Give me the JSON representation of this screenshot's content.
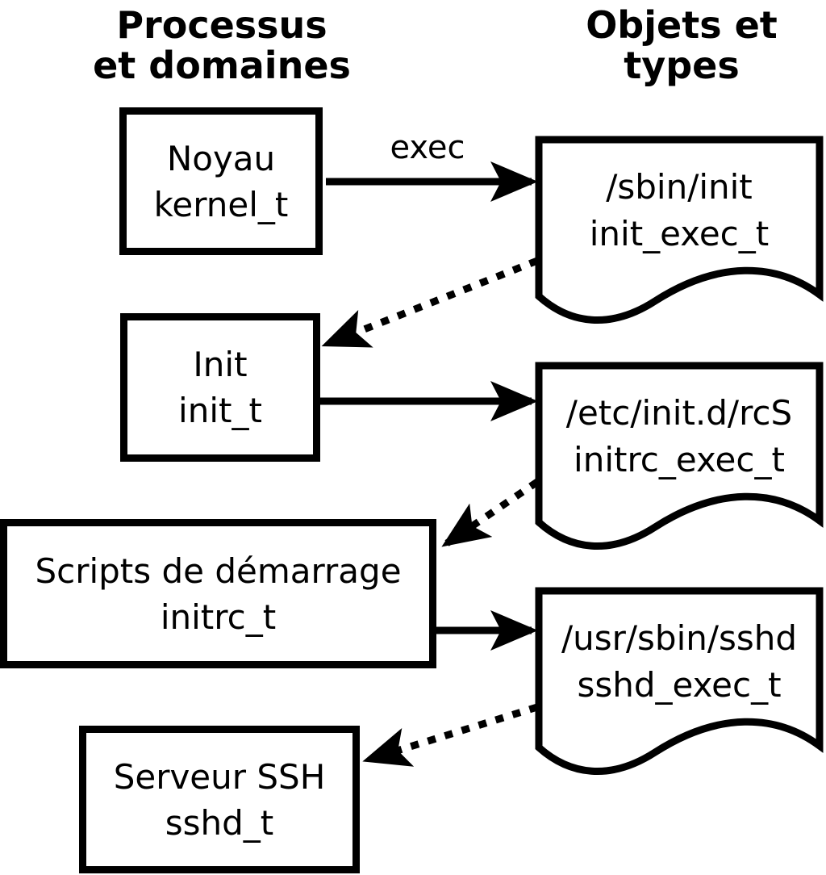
{
  "headers": {
    "left": {
      "line1": "Processus",
      "line2": "et domaines"
    },
    "right": {
      "line1": "Objets et",
      "line2": "types"
    }
  },
  "processes": [
    {
      "label": "Noyau",
      "domain": "kernel_t"
    },
    {
      "label": "Init",
      "domain": "init_t"
    },
    {
      "label": "Scripts de démarrage",
      "domain": "initrc_t"
    },
    {
      "label": "Serveur SSH",
      "domain": "sshd_t"
    }
  ],
  "objects": [
    {
      "path": "/sbin/init",
      "type": "init_exec_t"
    },
    {
      "path": "/etc/init.d/rcS",
      "type": "initrc_exec_t"
    },
    {
      "path": "/usr/sbin/sshd",
      "type": "sshd_exec_t"
    }
  ],
  "labels": {
    "exec": "exec"
  },
  "colors": {
    "ink": "#000000",
    "paper": "#ffffff"
  }
}
